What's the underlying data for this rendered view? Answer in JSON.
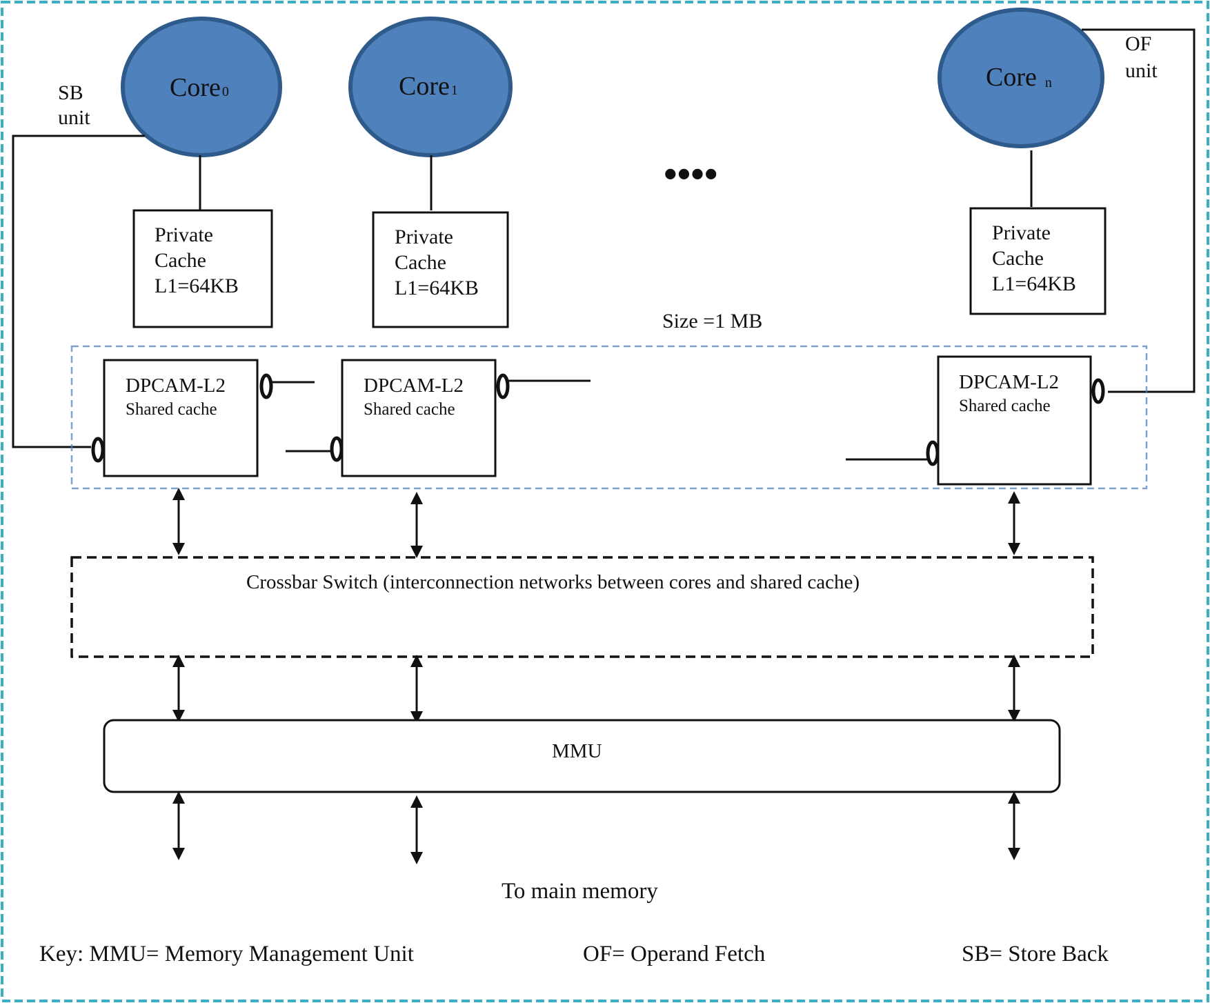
{
  "cores": [
    {
      "label": "Core",
      "sub": "0"
    },
    {
      "label": "Core",
      "sub": "1"
    },
    {
      "label": "Core",
      "sub": "n"
    }
  ],
  "ellipsis": "••••",
  "private_cache": {
    "line1": "Private",
    "line2": "Cache",
    "line3": "L1=64KB"
  },
  "units": {
    "sb_line1": "SB",
    "sb_line2": "unit",
    "of_line1": "OF",
    "of_line2": "unit"
  },
  "shared": {
    "size_label": "Size =1 MB",
    "title": "DPCAM-L2",
    "subtitle": "Shared cache"
  },
  "crossbar": "Crossbar Switch (interconnection networks between cores and shared cache)",
  "mmu": "MMU",
  "main_memory": "To main memory",
  "key": {
    "mmu": "Key:  MMU= Memory Management Unit",
    "of": "OF= Operand Fetch",
    "sb": "SB= Store Back"
  },
  "colors": {
    "core_fill": "#4f81bd",
    "core_stroke": "#2e5a8c",
    "frame": "#3aaec4",
    "shared_border": "#4f81bd"
  }
}
